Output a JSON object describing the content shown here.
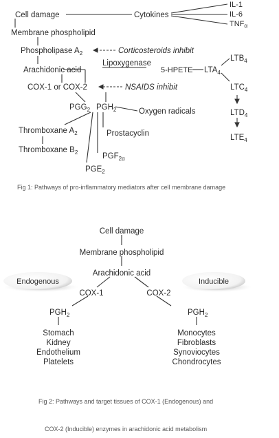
{
  "figure1": {
    "cell_damage": "Cell damage",
    "cytokines": "Cytokines",
    "il1": "IL-1",
    "il6": "IL-6",
    "tnf": "TNF",
    "tnf_sub": "α",
    "membrane_phospholipid": "Membrane phospholipid",
    "phospholipase": "Phospholipase A",
    "phospholipase_sub": "2",
    "corticosteroids_inhibit": "Corticosteroids inhibit",
    "arachidonic_acid": "Arachidonic acid",
    "lipoxygenase": "Lipoxygenase",
    "hpete": "5-HPETE",
    "lta": "LTA",
    "lta_sub": "4",
    "ltb": "LTB",
    "ltb_sub": "4",
    "ltc": "LTC",
    "ltc_sub": "4",
    "ltd": "LTD",
    "ltd_sub": "4",
    "lte": "LTE",
    "lte_sub": "4",
    "cox": "COX-1 or COX-2",
    "nsaids_inhibit": "NSAIDS inhibit",
    "pgg": "PGG",
    "pgg_sub": "2",
    "pgh": "PGH",
    "pgh_sub": "2",
    "oxygen_radicals": "Oxygen radicals",
    "thromboxane_a": "Thromboxane A",
    "thromboxane_a_sub": "2",
    "thromboxane_b": "Thromboxane B",
    "thromboxane_b_sub": "2",
    "prostacyclin": "Prostacyclin",
    "pgf": "PGF",
    "pgf_sub": "2α",
    "pge": "PGE",
    "pge_sub": "2",
    "caption": "Fig 1: Pathways of pro-inflammatory mediators after cell membrane damage"
  },
  "figure2": {
    "cell_damage": "Cell damage",
    "membrane_phospholipid": "Membrane phospholipid",
    "arachidonic_acid": "Arachidonic acid",
    "endogenous": "Endogenous",
    "inducible": "Inducible",
    "cox1": "COX-1",
    "cox2": "COX-2",
    "pgh": "PGH",
    "pgh_sub": "2",
    "tissues_cox1": [
      "Stomach",
      "Kidney",
      "Endothelium",
      "Platelets"
    ],
    "tissues_cox2": [
      "Monocytes",
      "Fibroblasts",
      "Synoviocytes",
      "Chondrocytes"
    ],
    "caption_line1": "Fig 2: Pathways and target tissues of COX-1 (Endogenous) and",
    "caption_line2": "COX-2 (Inducible) enzymes in arachidonic acid metabolism"
  }
}
